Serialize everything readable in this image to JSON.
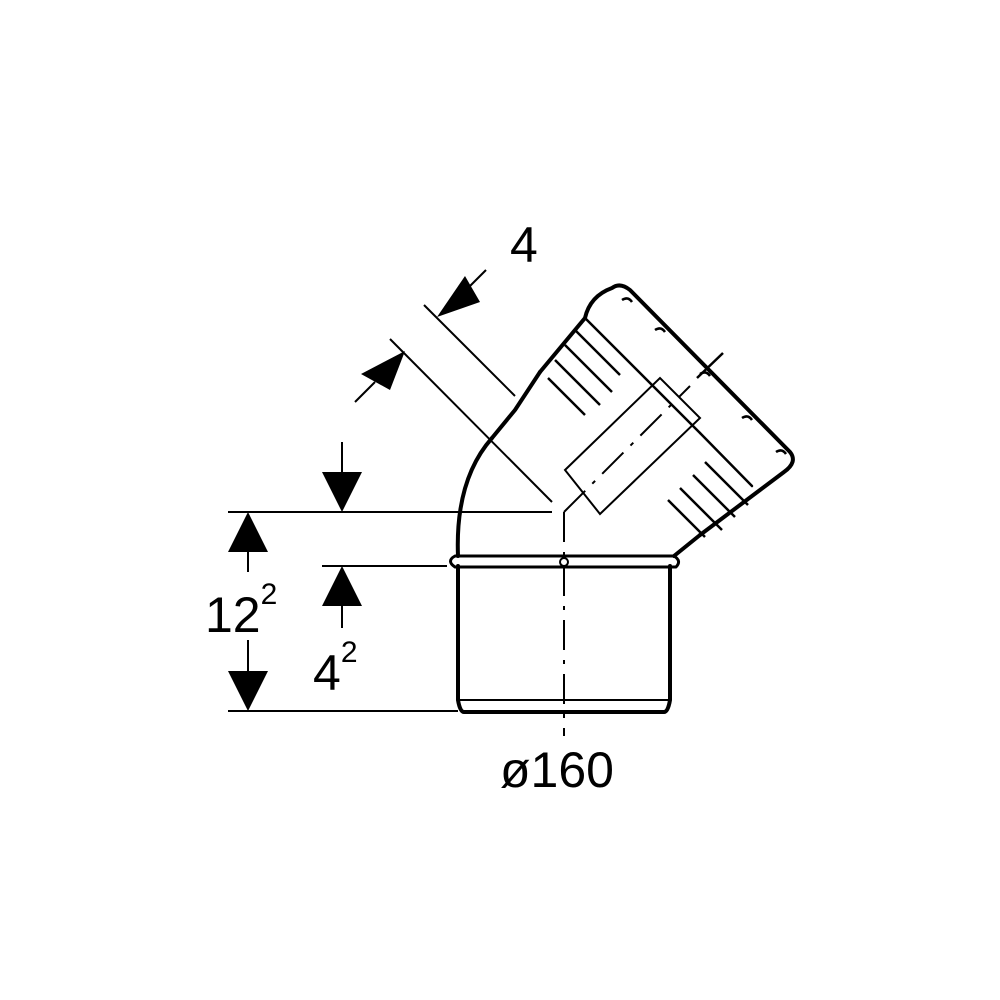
{
  "dimensions": {
    "socket_depth": "4",
    "height_total": {
      "base": "12",
      "sup": "2"
    },
    "height_lower": {
      "base": "4",
      "sup": "2"
    },
    "diameter": "ø160"
  },
  "colors": {
    "line": "#000000",
    "background": "#ffffff"
  }
}
